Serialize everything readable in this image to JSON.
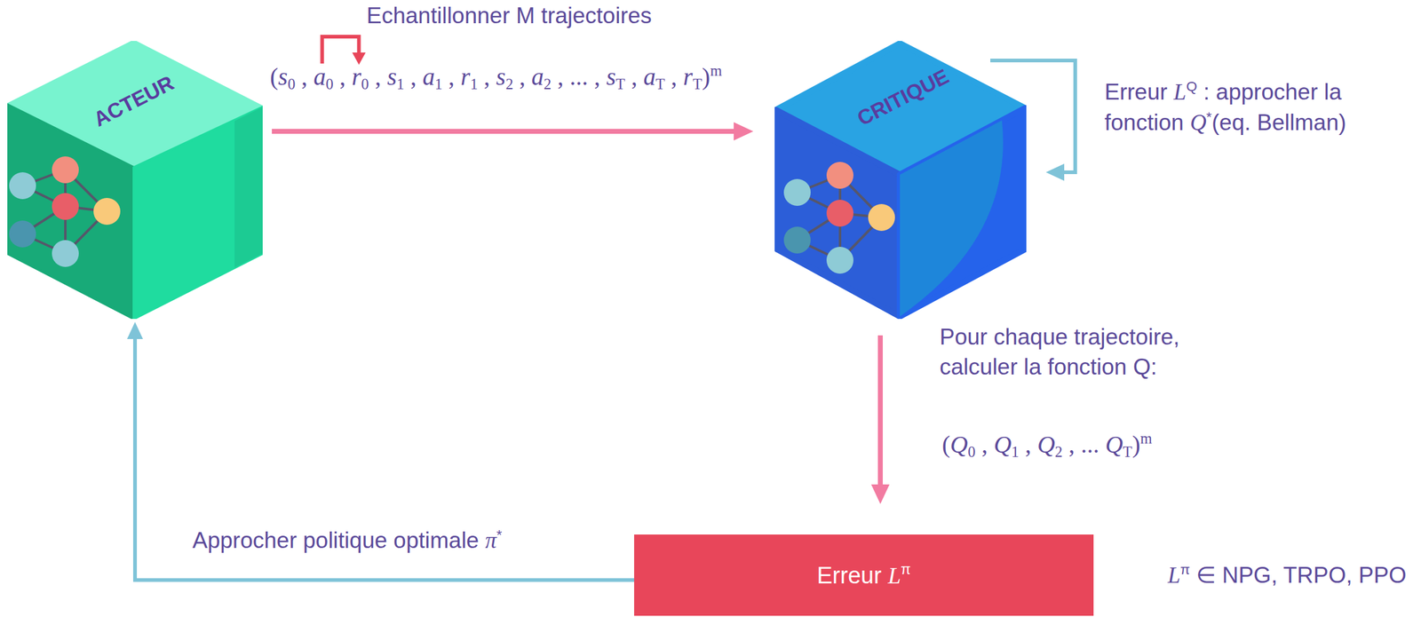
{
  "diagram": {
    "nodes": [
      {
        "text": [
          "ACTEUR"
        ]
      },
      {
        "text": [
          "CRITIQUE"
        ]
      },
      {
        "text": [
          "Erreur Lπ"
        ]
      }
    ],
    "edges": [
      {
        "from": 0,
        "to": 1,
        "arrow": "to",
        "label": "(s0 , a0 , r0 , s1 , a1 , r1 , s2 , a2 , ... , sT , aT , rT)m"
      },
      {
        "from": 1,
        "to": 2,
        "arrow": "to",
        "label": "(Q0 , Q1 , Q2 , ... QT)m"
      },
      {
        "from": 2,
        "to": 0,
        "arrow": "to",
        "label": "Approcher politique optimale π*"
      }
    ],
    "labels": [
      "Echantillonner M trajectoires",
      "Erreur LQ : approcher la fonction Q*(eq. Bellman)",
      "Pour chaque trajectoire, calculer la fonction Q:",
      "Lπ ∈ NPG, TRPO, PPO"
    ]
  }
}
